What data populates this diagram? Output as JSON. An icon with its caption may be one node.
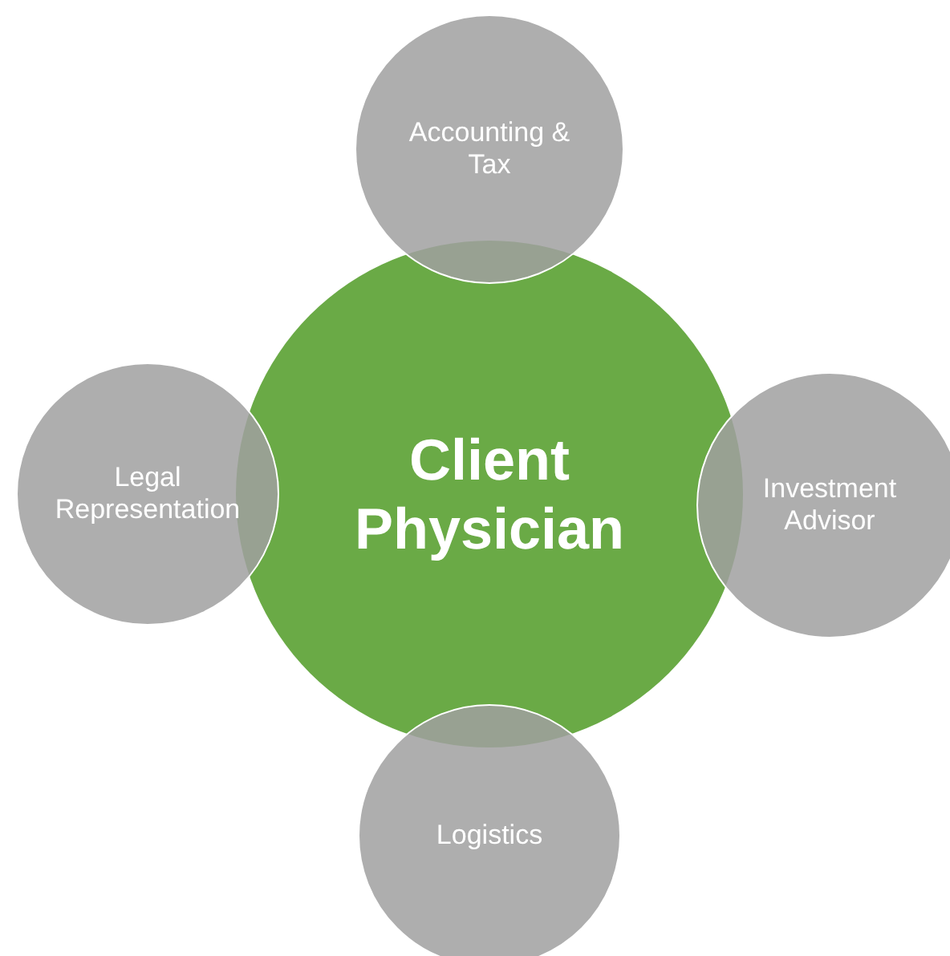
{
  "diagram": {
    "nodes": [
      {
        "text": [
          "Client Physician"
        ]
      },
      {
        "text": [
          "Accounting & Tax"
        ]
      },
      {
        "text": [
          "Legal Representation"
        ]
      },
      {
        "text": [
          "Investment Advisor"
        ]
      },
      {
        "text": [
          "Logistics"
        ]
      }
    ]
  }
}
